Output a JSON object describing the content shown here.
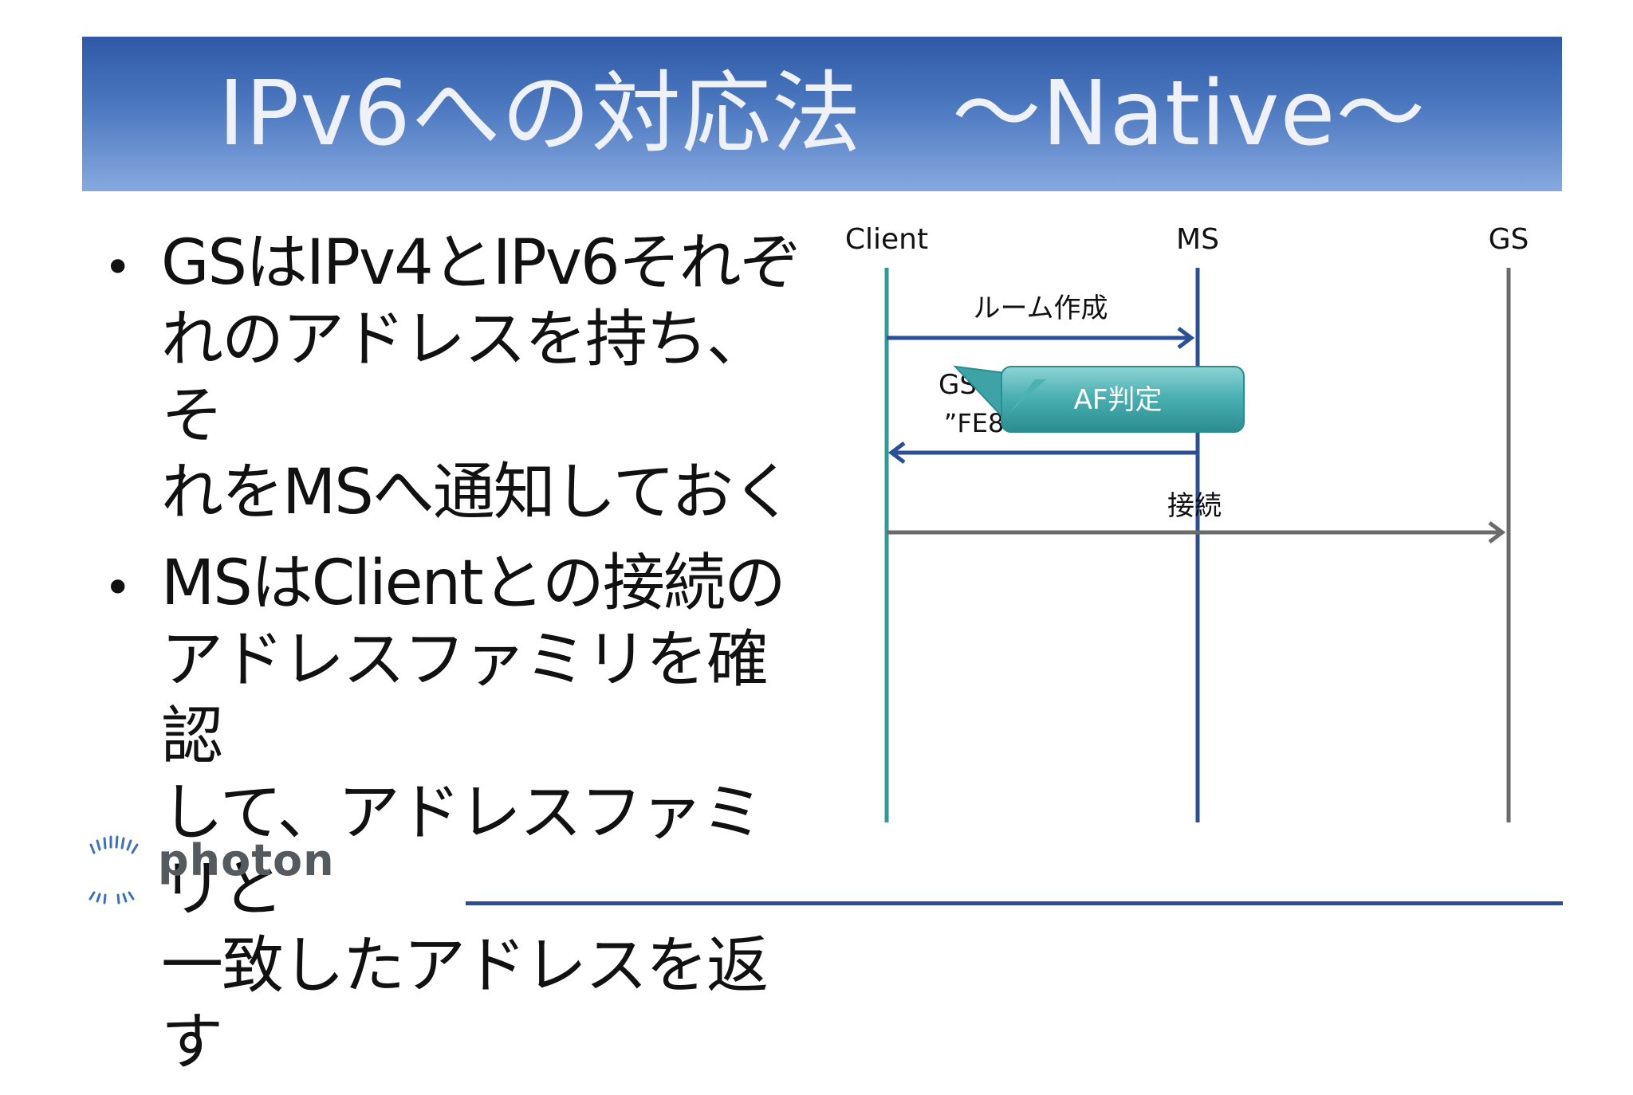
{
  "title": "IPv6への対応法　～Native～",
  "bullets": [
    {
      "text": "GSはIPv4とIPv6それぞ\nれのアドレスを持ち、そ\nれをMSへ通知しておく"
    },
    {
      "text": "MSはClientとの接続の\nアドレスファミリを確認\nして、アドレスファミリと\n一致したアドレスを返す"
    }
  ],
  "diagram": {
    "lanes": [
      {
        "label": "Client",
        "color": "#2c9a96"
      },
      {
        "label": "MS",
        "color": "#2a4f97"
      },
      {
        "label": "GS",
        "color": "#6b6b6b"
      }
    ],
    "messages": [
      {
        "label": "ルーム作成"
      },
      {
        "label": "GSアドレス通知",
        "sublabel": "”FE80:xxxx:...\""
      },
      {
        "label": "接続"
      }
    ],
    "callout": {
      "label": "AF判定"
    }
  },
  "logo": {
    "text": "photon"
  },
  "colors": {
    "title_bar": "#3f68b3",
    "accent": "#2a4f97",
    "callout": "#3ea3a6"
  }
}
